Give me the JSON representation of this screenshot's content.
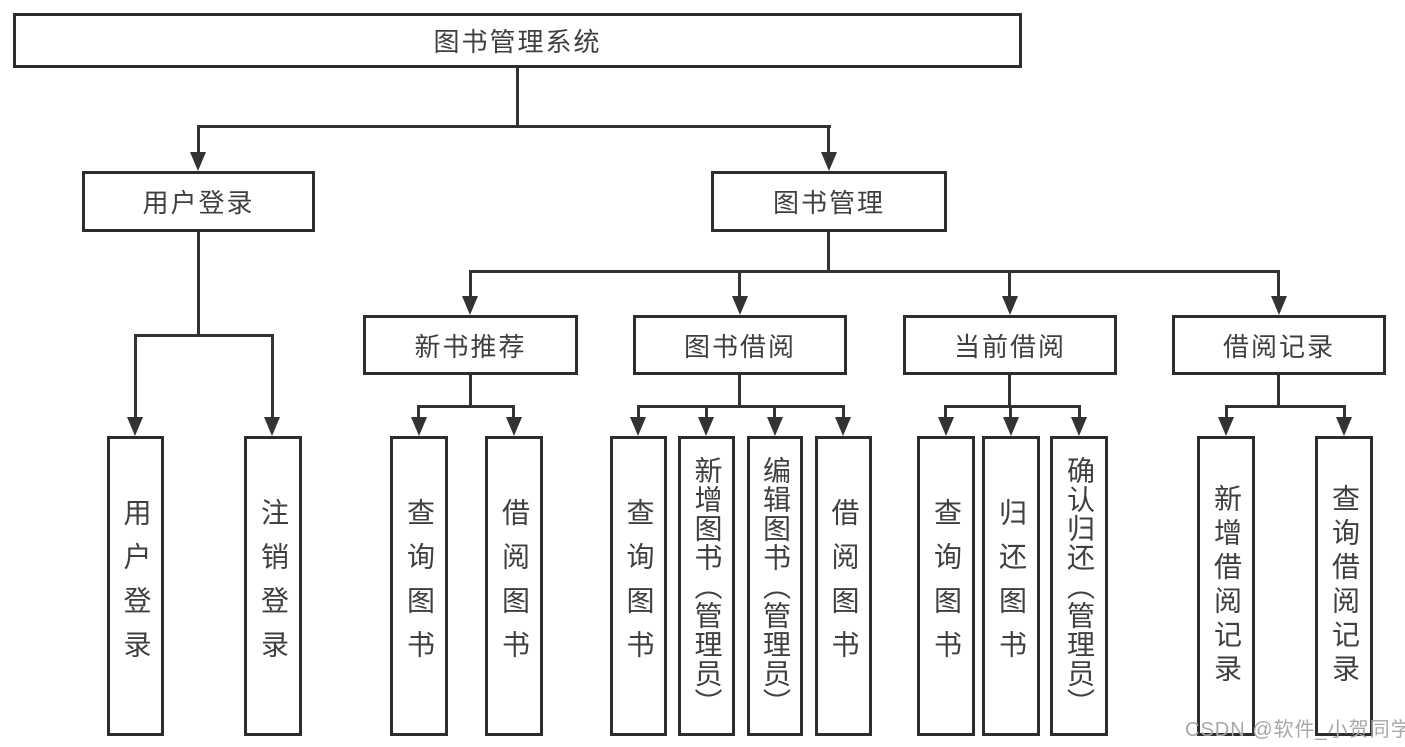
{
  "diagram": {
    "root": {
      "label": "图书管理系统"
    },
    "branches": [
      {
        "label": "用户登录",
        "children": [
          {
            "label": "用户登录"
          },
          {
            "label": "注销登录"
          }
        ]
      },
      {
        "label": "图书管理",
        "children": [
          {
            "label": "新书推荐",
            "children": [
              {
                "label": "查询图书"
              },
              {
                "label": "借阅图书"
              }
            ]
          },
          {
            "label": "图书借阅",
            "children": [
              {
                "label": "查询图书"
              },
              {
                "label": "新增图书（管理员）"
              },
              {
                "label": "编辑图书（管理员）"
              },
              {
                "label": "借阅图书"
              }
            ]
          },
          {
            "label": "当前借阅",
            "children": [
              {
                "label": "查询图书"
              },
              {
                "label": "归还图书"
              },
              {
                "label": "确认归还（管理员）"
              }
            ]
          },
          {
            "label": "借阅记录",
            "children": [
              {
                "label": "新增借阅记录"
              },
              {
                "label": "查询借阅记录"
              }
            ]
          }
        ]
      }
    ],
    "watermark": "CSDN @软件_小贺同学",
    "colors": {
      "line": "#333333",
      "box_border": "#2d2d2d",
      "text": "#3f3f3f",
      "background": "#ffffff",
      "watermark_text": "#a8a8a8"
    }
  }
}
